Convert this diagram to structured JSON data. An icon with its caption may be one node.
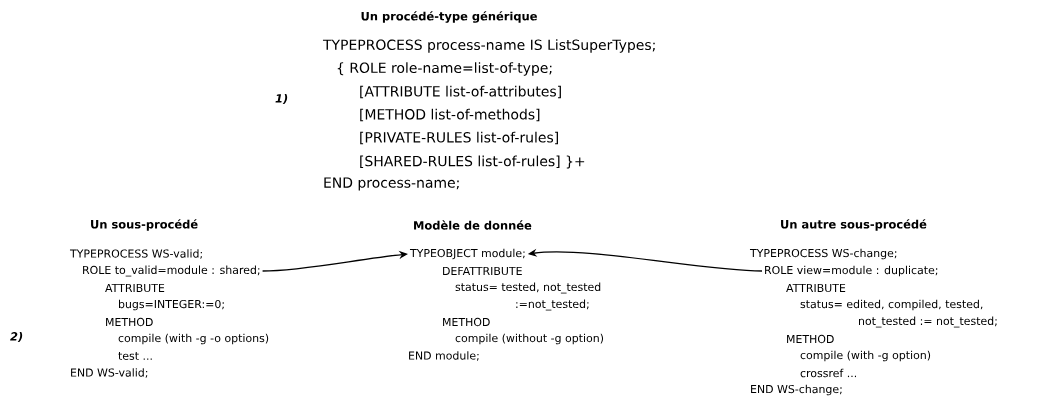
{
  "diagram": {
    "nodes": [
      {
        "text": [
          "ROLE to_valid=module : shared;"
        ]
      },
      {
        "text": [
          "TYPEOBJECT module;"
        ]
      },
      {
        "text": [
          "ROLE view=module : duplicate;"
        ]
      }
    ],
    "edges": [
      {
        "from": 0,
        "to": 1,
        "arrow": "to"
      },
      {
        "from": 2,
        "to": 1,
        "arrow": "to"
      }
    ],
    "labels": [
      "Un procédé-type générique",
      "TYPEPROCESS process-name IS ListSuperTypes;",
      "{ ROLE role-name=list-of-type;",
      "1)",
      "[ATTRIBUTE list-of-attributes]",
      "[METHOD list-of-methods]",
      "[PRIVATE-RULES list-of-rules]",
      "[SHARED-RULES list-of-rules] }+",
      "END process-name;",
      "Un sous-procédé",
      "Modèle de donnée",
      "Un autre sous-procédé",
      "TYPEPROCESS WS-valid;",
      "ATTRIBUTE",
      "bugs=INTEGER:=0;",
      "2)",
      "METHOD",
      "compile (with -g -o options)",
      "test ...",
      "END WS-valid;",
      "DEFATTRIBUTE",
      "status= tested, not_tested",
      ":=not_tested;",
      "METHOD",
      "compile (without -g option)",
      "END module;",
      "TYPEPROCESS WS-change;",
      "ATTRIBUTE",
      "status= edited, compiled, tested,",
      "not_tested := not_tested;",
      "METHOD",
      "compile (with -g option)",
      "crossref ...",
      "END WS-change;"
    ]
  }
}
